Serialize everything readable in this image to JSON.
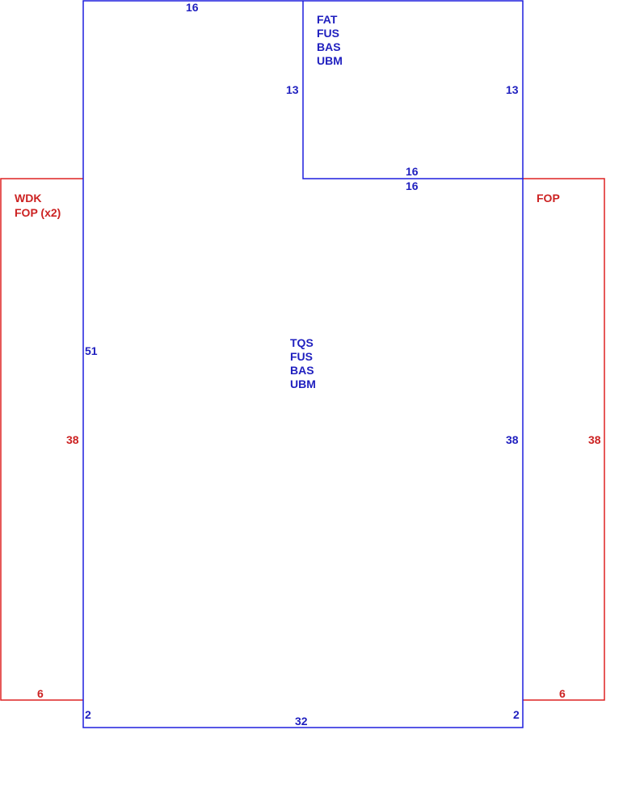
{
  "colors": {
    "main": "#1f1fdd",
    "wing": "#dd2222"
  },
  "areas": {
    "main": {
      "codes": [
        "TQS",
        "FUS",
        "BAS",
        "UBM"
      ]
    },
    "upper": {
      "codes": [
        "FAT",
        "FUS",
        "BAS",
        "UBM"
      ]
    },
    "left_wing": {
      "codes": [
        "WDK",
        "FOP (x2)"
      ]
    },
    "right_wing": {
      "codes": [
        "FOP"
      ]
    }
  },
  "dimensions": {
    "top_left": "16",
    "upper_left": "13",
    "upper_right": "13",
    "upper_bottom": "16",
    "main_top_segment": "16",
    "main_left": "51",
    "main_right": "38",
    "bottom": "32",
    "bottom_left_jog": "2",
    "bottom_right_jog": "2",
    "left_wing_height": "38",
    "left_wing_bottom": "6",
    "right_wing_height": "38",
    "right_wing_bottom": "6"
  }
}
